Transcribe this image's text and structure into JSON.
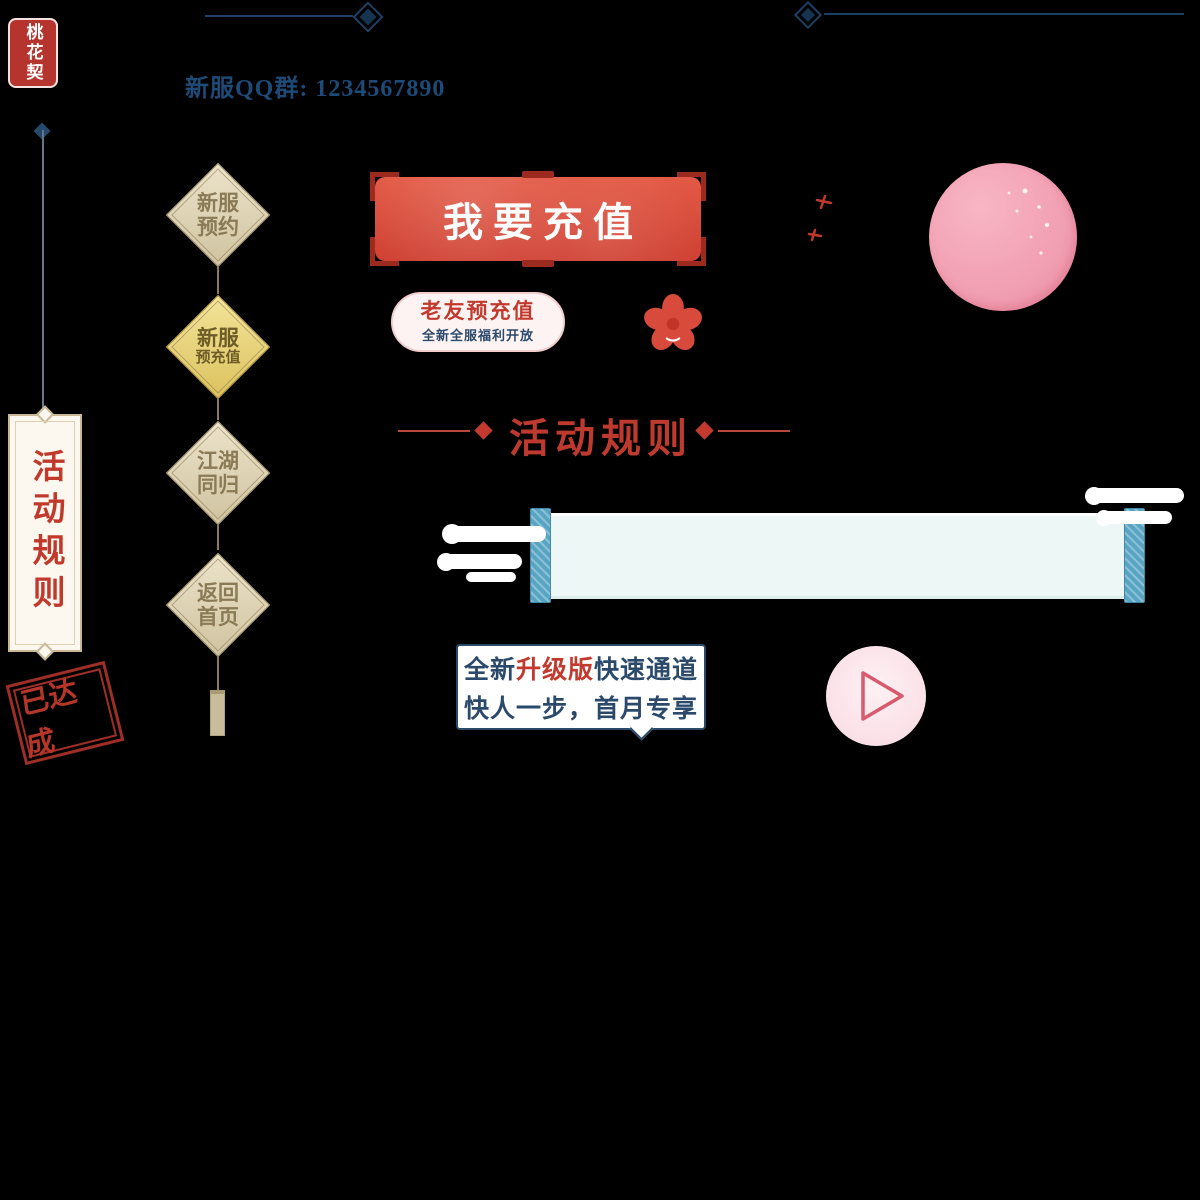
{
  "colors": {
    "primary_red": "#c23a2e",
    "navy_text": "#1e4a78",
    "gold_active": "#e8cf6e",
    "beige_inactive": "#ddd2b2",
    "pink_orb": "#f3a6b8",
    "scroll_cap_blue": "#58a5c3",
    "scroll_body_cyan": "#edf7f5",
    "banner_red": "#d84b3c"
  },
  "logo": {
    "text": "桃花契"
  },
  "header": {
    "qq_label": "新服QQ群: 1234567890"
  },
  "side_banner": {
    "text": "活动规则"
  },
  "stamp": {
    "text": "已达成"
  },
  "menu": {
    "items": [
      {
        "line1": "新服",
        "line2": "预约"
      },
      {
        "line1": "新服",
        "line2": "预充值"
      },
      {
        "line1": "江湖",
        "line2": "同归"
      },
      {
        "line1": "返回",
        "line2": "首页"
      }
    ]
  },
  "recharge": {
    "label": "我要充值"
  },
  "prebox": {
    "title": "老友预充值",
    "subtitle": "全新全服福利开放"
  },
  "rules": {
    "title": "活动规则"
  },
  "quick": {
    "l1a": "全新",
    "l1b": "升级版",
    "l1c": "快速通道",
    "l2": "快人一步，首月专享"
  }
}
